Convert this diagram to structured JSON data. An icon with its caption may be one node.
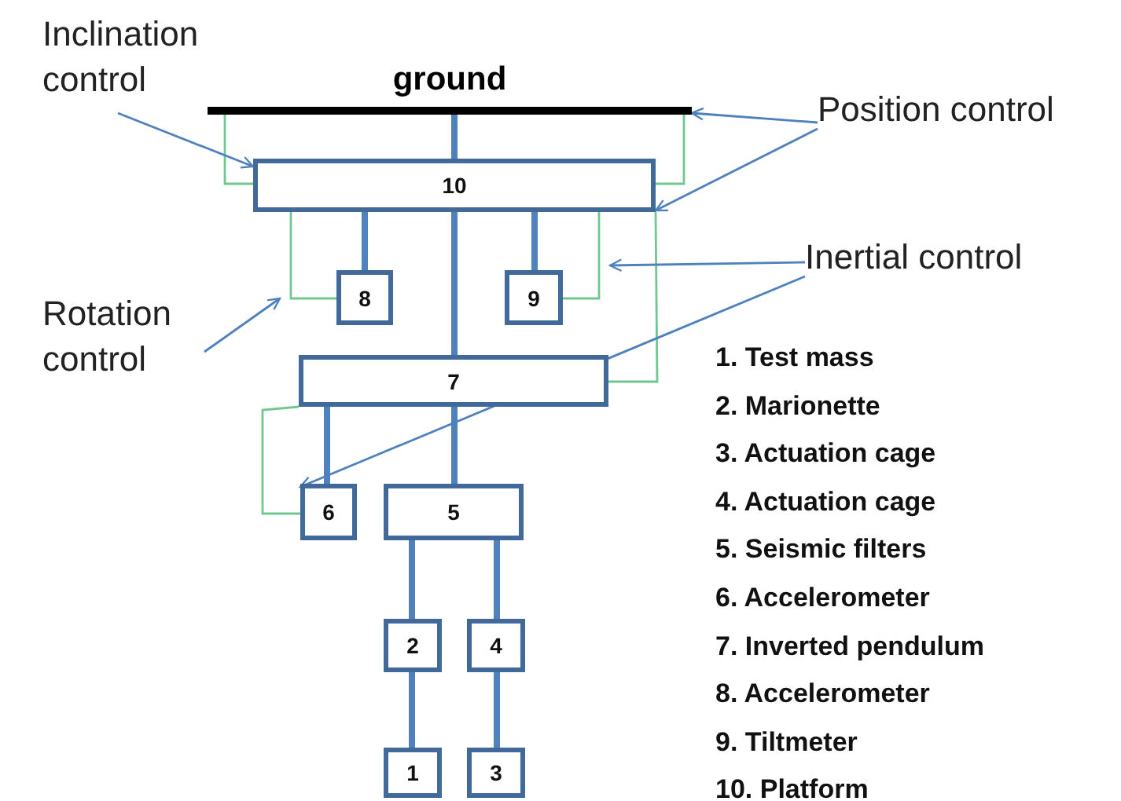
{
  "diagram": {
    "nodes": [
      {
        "text": [
          "ground"
        ]
      },
      {
        "text": [
          "10"
        ]
      },
      {
        "text": [
          "8"
        ]
      },
      {
        "text": [
          "9"
        ]
      },
      {
        "text": [
          "7"
        ]
      },
      {
        "text": [
          "6"
        ]
      },
      {
        "text": [
          "5"
        ]
      },
      {
        "text": [
          "2"
        ]
      },
      {
        "text": [
          "4"
        ]
      },
      {
        "text": [
          "1"
        ]
      },
      {
        "text": [
          "3"
        ]
      },
      {
        "text": [
          "Inclination control"
        ]
      },
      {
        "text": [
          "Position control"
        ]
      },
      {
        "text": [
          "Inertial control"
        ]
      },
      {
        "text": [
          "Rotation control"
        ]
      }
    ],
    "edges": [
      {
        "from": 0,
        "to": 1,
        "arrow": "none",
        "style": "thick"
      },
      {
        "from": 1,
        "to": 2,
        "arrow": "none",
        "style": "thick"
      },
      {
        "from": 1,
        "to": 3,
        "arrow": "none",
        "style": "thick"
      },
      {
        "from": 1,
        "to": 4,
        "arrow": "none",
        "style": "thick"
      },
      {
        "from": 4,
        "to": 5,
        "arrow": "none",
        "style": "thick"
      },
      {
        "from": 4,
        "to": 6,
        "arrow": "none",
        "style": "thick"
      },
      {
        "from": 6,
        "to": 7,
        "arrow": "none",
        "style": "thick"
      },
      {
        "from": 6,
        "to": 8,
        "arrow": "none",
        "style": "thick"
      },
      {
        "from": 7,
        "to": 9,
        "arrow": "none",
        "style": "thick"
      },
      {
        "from": 8,
        "to": 10,
        "arrow": "none",
        "style": "thick"
      },
      {
        "from": 0,
        "to": 1,
        "arrow": "none",
        "color": "#70c890"
      },
      {
        "from": 0,
        "to": 1,
        "arrow": "none",
        "color": "#70c890"
      },
      {
        "from": 1,
        "to": 2,
        "arrow": "none",
        "color": "#70c890"
      },
      {
        "from": 1,
        "to": 3,
        "arrow": "none",
        "color": "#70c890"
      },
      {
        "from": 1,
        "to": 4,
        "arrow": "none",
        "color": "#70c890"
      },
      {
        "from": 4,
        "to": 5,
        "arrow": "none",
        "color": "#70c890"
      },
      {
        "from": 11,
        "to": 1,
        "arrow": "to"
      },
      {
        "from": 12,
        "to": 0,
        "arrow": "to"
      },
      {
        "from": 12,
        "to": 1,
        "arrow": "to"
      },
      {
        "from": 13,
        "to": null,
        "arrow": "to"
      },
      {
        "from": 13,
        "to": 5,
        "arrow": "to"
      },
      {
        "from": 14,
        "to": null,
        "arrow": "to"
      }
    ],
    "labels": [
      "1. Test mass",
      "2. Marionette",
      "3. Actuation cage",
      "4. Actuation cage",
      "5. Seismic filters",
      "6. Accelerometer",
      "7. Inverted pendulum",
      "8. Accelerometer",
      "9. Tiltmeter",
      "10. Platform"
    ]
  }
}
